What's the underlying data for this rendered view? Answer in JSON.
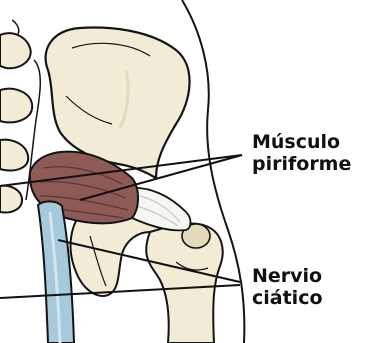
{
  "labels": {
    "muscle_line1": "Músculo",
    "muscle_line2": "piriforme",
    "nerve_line1": "Nervio",
    "nerve_line2": "ciático"
  },
  "colors": {
    "bone_fill": "#f2ecd7",
    "bone_shadow": "#e3d9bb",
    "outline": "#141414",
    "muscle_fill": "#8e5a55",
    "muscle_dark": "#5e3532",
    "tendon_fill": "#f7f7f2",
    "nerve_fill": "#a7c9dc",
    "nerve_light": "#d3e6ef",
    "leader_line": "#111111"
  }
}
